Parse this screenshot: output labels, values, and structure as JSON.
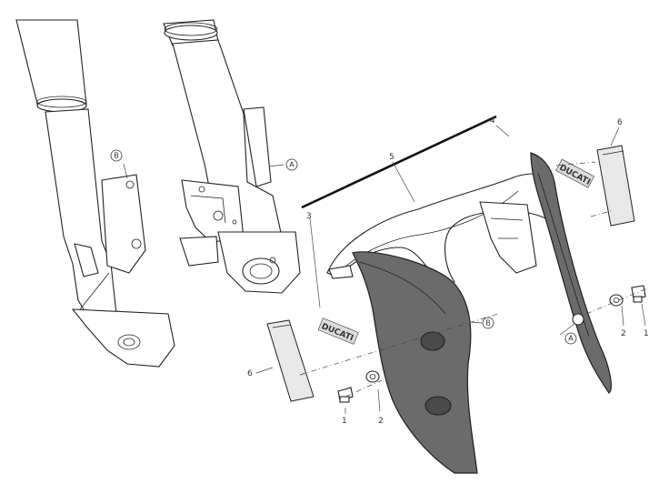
{
  "callouts": {
    "c1a": "1",
    "c1b": "1",
    "c2a": "2",
    "c2b": "2",
    "c3": "3",
    "c4": "4",
    "c5": "5",
    "c6a": "6",
    "c6b": "6"
  },
  "reference_letters": {
    "a_left": "A",
    "a_right": "A",
    "b_left": "B",
    "b_right": "B"
  },
  "logo_text": "DUCATI",
  "colors": {
    "line": "#222222",
    "fender_panel": "#6b6b6b",
    "background": "#ffffff"
  }
}
